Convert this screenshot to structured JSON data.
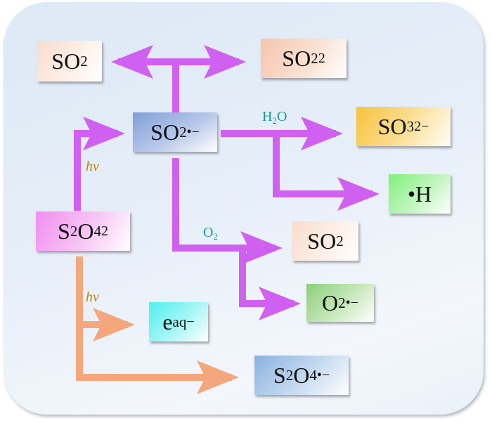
{
  "diagram": {
    "nodes": {
      "so2_top": {
        "main": "SO",
        "sub": "2",
        "sup": ""
      },
      "so2_2": {
        "main": "SO",
        "sub": "2",
        "sup": "2"
      },
      "so2_radical": {
        "main": "SO",
        "sub": "2",
        "sup": "•−"
      },
      "so3": {
        "main": "SO",
        "sub": "3",
        "sup": "2−"
      },
      "h_radical": {
        "main": "•H"
      },
      "s2o4": {
        "main1": "S",
        "sub1": "2",
        "main2": "O",
        "sub2": "4",
        "sup": "2"
      },
      "so2_mid": {
        "main": "SO",
        "sub": "2"
      },
      "o2_radical": {
        "main": "O",
        "sub": "2",
        "sup": "•−"
      },
      "e_aq": {
        "main": "e",
        "sub": "aq",
        "sup": "−"
      },
      "s2o4_radical": {
        "main1": "S",
        "sub1": "2",
        "main2": "O",
        "sub2": "4",
        "sup": "•−"
      }
    },
    "labels": {
      "hv_upper": "hv",
      "hv_lower": "hv",
      "h2o_main": "H",
      "h2o_sub": "2",
      "h2o_end": "O",
      "o2_main": "O",
      "o2_sub": "2"
    },
    "colors": {
      "purple_arrow": "#d060f0",
      "orange_arrow": "#f4a77c",
      "hv_text": "#b8860b",
      "reagent_text": "#1a9a9a"
    }
  }
}
